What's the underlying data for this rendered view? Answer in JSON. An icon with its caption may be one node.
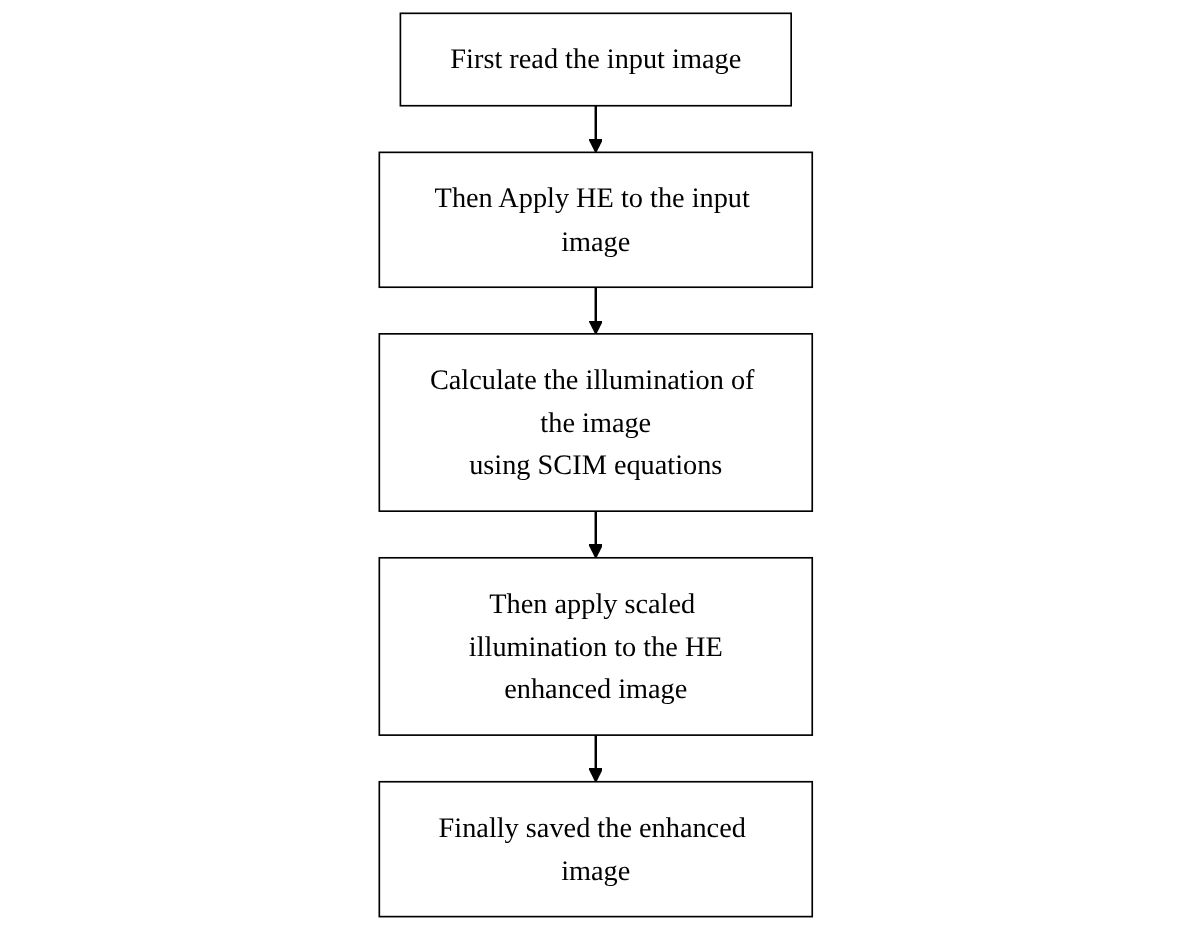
{
  "diagram": {
    "nodes": [
      {
        "text": [
          "First read the input image"
        ]
      },
      {
        "text": [
          "Then Apply HE to the input image"
        ]
      },
      {
        "text": [
          "Calculate the illumination of the image using SCIM equations"
        ]
      },
      {
        "text": [
          "Then apply scaled illumination to the HE enhanced image"
        ]
      },
      {
        "text": [
          "Finally saved the enhanced image"
        ]
      }
    ],
    "edges": [
      {
        "from": 0,
        "to": 1,
        "arrow": "to"
      },
      {
        "from": 1,
        "to": 2,
        "arrow": "to"
      },
      {
        "from": 2,
        "to": 3,
        "arrow": "to"
      },
      {
        "from": 3,
        "to": 4,
        "arrow": "to"
      }
    ]
  }
}
